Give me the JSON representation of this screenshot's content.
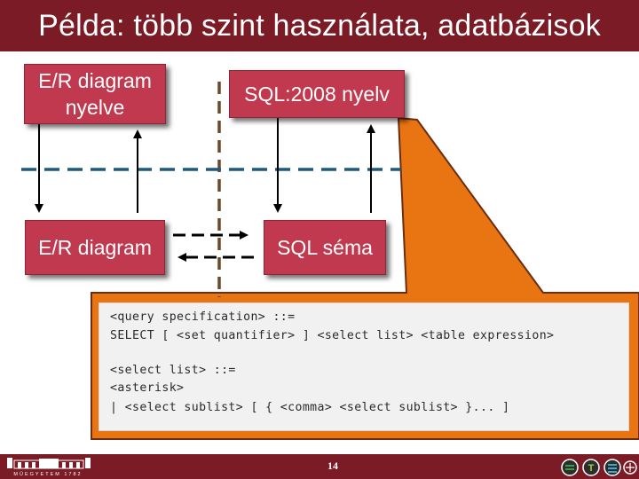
{
  "slide": {
    "title": "Példa: több szint használata, adatbázisok",
    "page_number": "14"
  },
  "diagram": {
    "er_language": "E/R diagram nyelve",
    "sql_language": "SQL:2008 nyelv",
    "er_diagram": "E/R diagram",
    "sql_schema": "SQL séma",
    "callout_color": "#e87511",
    "box_color": "#c1394f"
  },
  "code": {
    "lines": [
      "<query specification> ::=",
      "SELECT [ <set quantifier> ] <select list> <table expression>",
      "",
      "<select list> ::=",
      "<asterisk>",
      "| <select sublist> [ { <comma> <select sublist> }... ]"
    ]
  },
  "footer": {
    "logo_left_text": "MŰEGYETEM 1782",
    "logo_right_icons": [
      "fti-logo-icon",
      "t-logo-icon",
      "s-logo-icon",
      "corner-logo-icon"
    ]
  }
}
